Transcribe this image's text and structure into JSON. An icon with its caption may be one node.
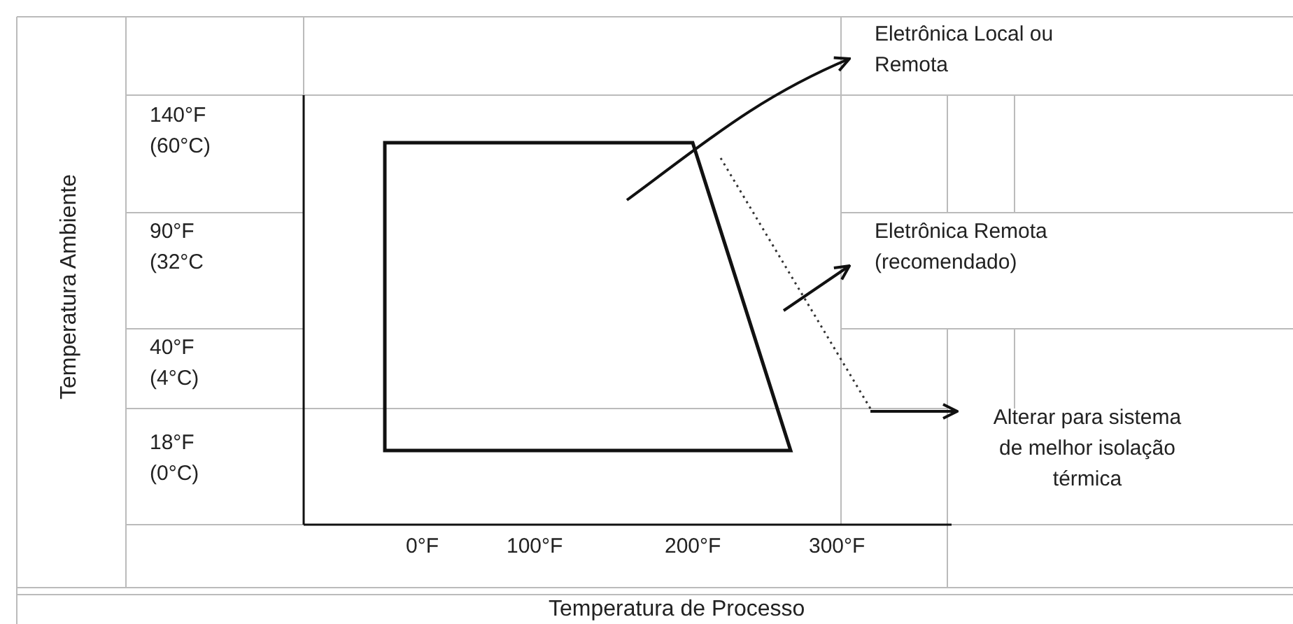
{
  "diagram": {
    "nodes": [
      {
        "text": [
          "Eletrônica Local ou Remota"
        ]
      },
      {
        "text": [
          "Eletrônica Remota (recomendado)"
        ]
      },
      {
        "text": [
          "Alterar para sistema de melhor isolação térmica"
        ]
      },
      {
        "text": [],
        "shape": "box"
      }
    ],
    "edges": [
      {
        "from": 3,
        "to": 0,
        "arrow": "to"
      },
      {
        "from": null,
        "to": 1,
        "arrow": "to"
      },
      {
        "from": null,
        "to": 2,
        "arrow": "to"
      }
    ],
    "labels": [
      "Temperatura Ambiente",
      "140°F (60°C)",
      "90°F (32°C",
      "40°F (4°C)",
      "18°F (0°C)",
      "0°F",
      "100°F",
      "200°F",
      "300°F",
      "Temperatura de Processo"
    ]
  }
}
